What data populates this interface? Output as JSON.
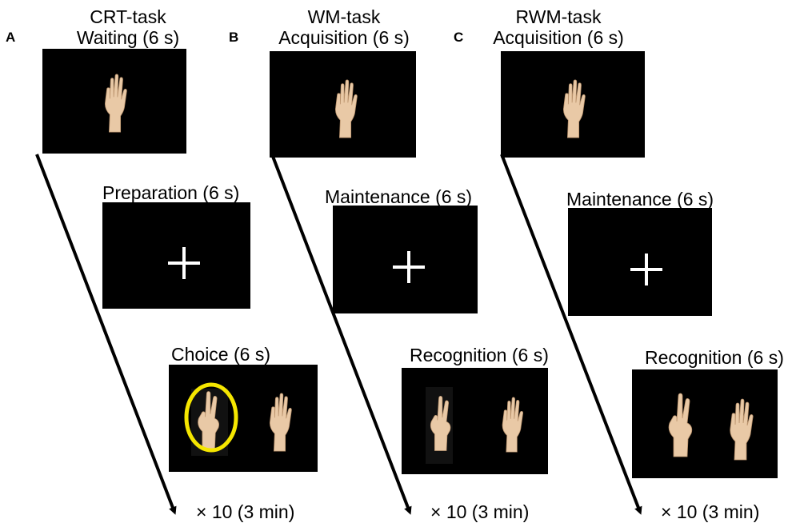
{
  "panels": [
    {
      "letter": "A",
      "task": "CRT-task",
      "phase1": "Waiting  (6 s)",
      "phase2": "Preparation (6 s)",
      "phase3": "Choice (6 s)",
      "repeat": "× 10  (3 min)"
    },
    {
      "letter": "B",
      "task": "WM-task",
      "phase1": "Acquisition (6 s)",
      "phase2": "Maintenance (6 s)",
      "phase3": "Recognition (6 s)",
      "repeat": "× 10  (3 min)"
    },
    {
      "letter": "C",
      "task": "RWM-task",
      "phase1": "Acquisition (6 s)",
      "phase2": "Maintenance (6 s)",
      "phase3": "Recognition (6 s)",
      "repeat": "× 10  (3 min)"
    }
  ],
  "colors": {
    "screen": "#000000",
    "skin": "#e9c9a6",
    "highlight_circle": "#f5e600",
    "arrow": "#000000"
  },
  "icons": {
    "open_hand": "open-hand-icon",
    "two_finger_hand": "two-finger-hand-icon",
    "fixation_cross": "fixation-cross-icon"
  }
}
